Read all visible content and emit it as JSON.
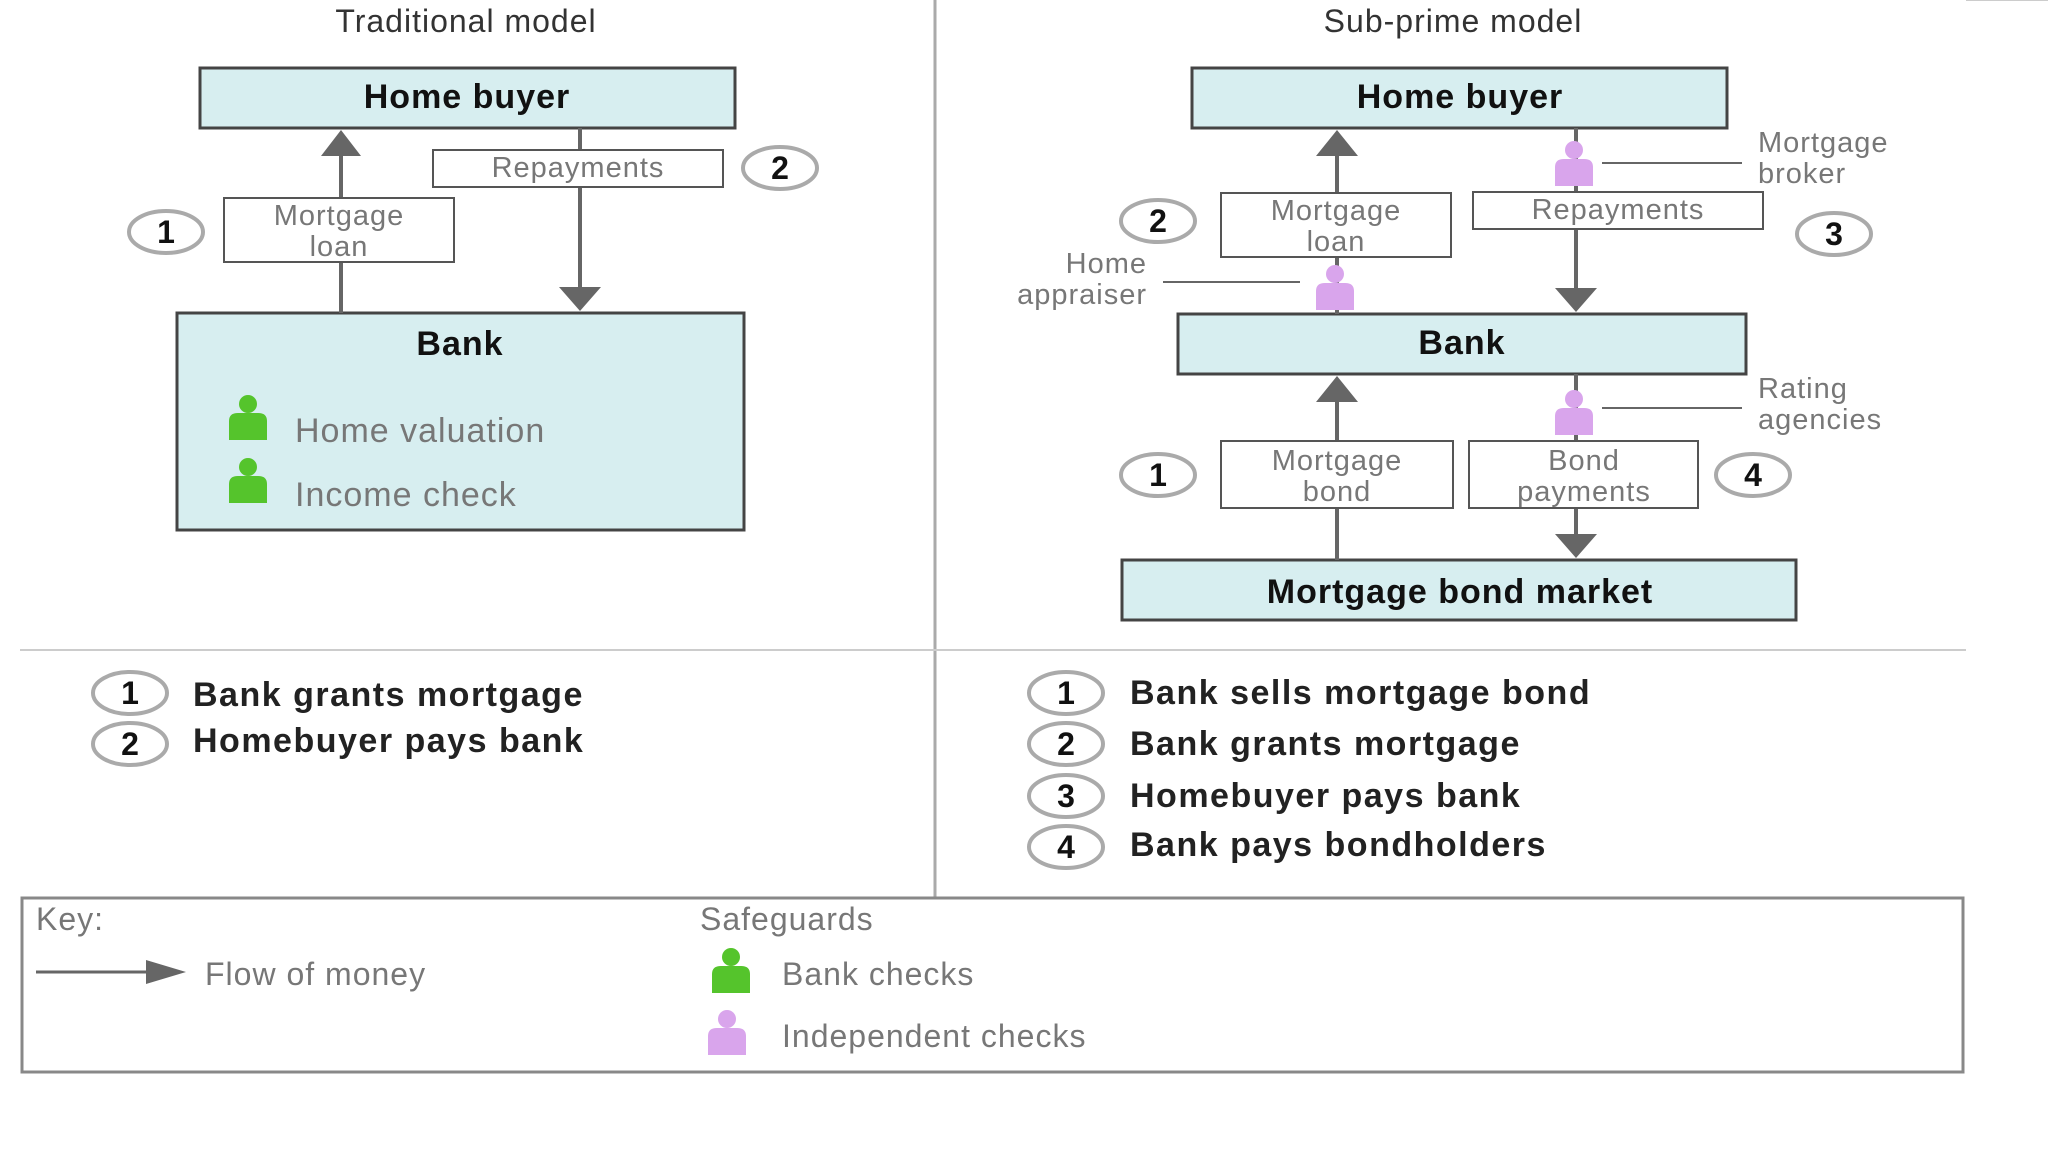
{
  "colors": {
    "box_fill": "#d7eef0",
    "bank_check": "#55c42c",
    "independent_check": "#d9a5ec",
    "arrow": "#666666"
  },
  "traditional": {
    "title": "Traditional model",
    "home_buyer": "Home buyer",
    "bank": "Bank",
    "mortgage_loan": [
      "Mortgage",
      "loan"
    ],
    "repayments": "Repayments",
    "num1": "1",
    "num2": "2",
    "checks": [
      "Home valuation",
      "Income check"
    ],
    "steps": [
      {
        "num": "1",
        "text": "Bank grants mortgage"
      },
      {
        "num": "2",
        "text": "Homebuyer pays bank"
      }
    ]
  },
  "subprime": {
    "title": "Sub-prime model",
    "home_buyer": "Home buyer",
    "bank": "Bank",
    "bond_market": "Mortgage bond market",
    "mortgage_loan": [
      "Mortgage",
      "loan"
    ],
    "repayments": "Repayments",
    "mortgage_bond": [
      "Mortgage",
      "bond"
    ],
    "bond_payments": [
      "Bond",
      "payments"
    ],
    "mortgage_broker": [
      "Mortgage",
      "broker"
    ],
    "home_appraiser": [
      "Home",
      "appraiser"
    ],
    "rating_agencies": [
      "Rating",
      "agencies"
    ],
    "num1": "1",
    "num2": "2",
    "num3": "3",
    "num4": "4",
    "steps": [
      {
        "num": "1",
        "text": "Bank sells mortgage bond"
      },
      {
        "num": "2",
        "text": "Bank grants mortgage"
      },
      {
        "num": "3",
        "text": "Homebuyer pays bank"
      },
      {
        "num": "4",
        "text": "Bank pays bondholders"
      }
    ]
  },
  "key": {
    "title": "Key:",
    "flow": "Flow of money",
    "safeguards": "Safeguards",
    "bank_checks": "Bank checks",
    "independent_checks": "Independent checks"
  }
}
